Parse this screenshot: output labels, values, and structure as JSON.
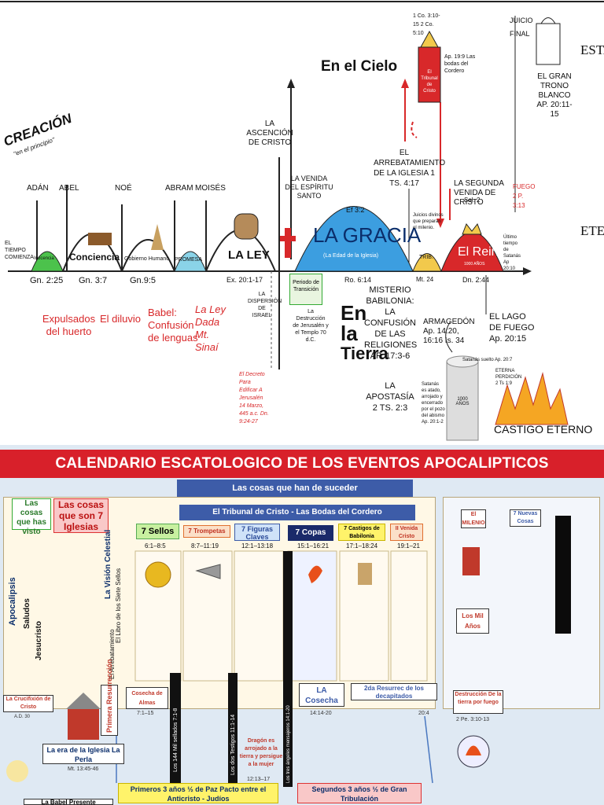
{
  "timeline": {
    "creacion": "CREACIÓN",
    "creacion_sub": "\"en el principio\"",
    "tiempo_comienza": "EL TIEMPO COMIENZA",
    "en_el_cielo": "En el Cielo",
    "en_la_tierra": [
      "En",
      "la",
      "Tierra"
    ],
    "ages": [
      {
        "name": "ADÁN",
        "seal": "Inocencia",
        "ref": "Gn. 2:25",
        "event": "Expulsados del huerto"
      },
      {
        "name": "ABEL",
        "seal": "Conciencia",
        "ref": "Gn. 3:7",
        "event": "El diluvio"
      },
      {
        "name": "NOÉ",
        "seal": "Gobierno Humano",
        "ref": "Gn.9:5",
        "event": "Babel: Confusión de lenguas"
      },
      {
        "name": "ABRAM",
        "seal": "PROMESA",
        "ref": "",
        "event": "La Ley Dada Mt. Sinaí"
      },
      {
        "name": "MOISÉS",
        "seal": "LA LEY",
        "ref": "Ex. 20:1-17",
        "event": ""
      }
    ],
    "dispersion": "LA DISPERSIÓN DE ISRAEL",
    "ascension": "LA ASCENCIÓN DE CRISTO",
    "venida_espiritu": "LA VENIDA DEL ESPÍRITU SANTO",
    "decreto": "El Decreto Para Edificar A Jerusalén 14 Marzo, 445 a.c. Dn. 9:24-27",
    "periodo_transicion": "Periodo de Transición",
    "destruccion": "La Destrucción de Jerusalén y el Templo 70 d.C.",
    "gracia_ref_top": "Ef 3:2",
    "gracia": "LA GRACIA",
    "gracia_sub": "(La Edad de la Iglesia)",
    "gracia_ref": "Ro. 6:14",
    "misterio": "MISTERIO BABILONIA: LA CONFUSIÓN DE LAS RELIGIONES AP. 17:3-6",
    "apostasia": "LA APOSTASÍA 2 TS. 2:3",
    "rapto": "EL ARREBATAMIENTO DE LA IGLESIA 1 TS. 4:17",
    "corintios": "1 Co. 3:10-15 2 Co. 5:10",
    "tribunal": "El Tribunal de Cristo",
    "bodas": "Ap. 19:9 Las bodas del Cordero",
    "segunda_venida": "LA SEGUNDA VENIDA DE CRISTO",
    "segunda_ref": "Sal. 2",
    "juicios": "Juicios divinos que preparan el milenio.",
    "trib": "TRIB.",
    "mt24": "Mt. 24",
    "reino": "El Reino",
    "mil_anos": "1000 AÑOS",
    "dn244": "Dn. 2:44",
    "armagedon": "ARMAGEDÓN Ap. 14:20, 16:16 Is. 34",
    "satanas_suelto": "Satanás suelto Ap. 20:7",
    "satanas_atado": "Satanás es atado, arrojado y encerrado por el pozo del abismo Ap. 20:1-2",
    "mil": "1000 AÑOS",
    "ultimo": "Último tiempo de Satanás Ap 20:10",
    "juicio_final": "JUICIO FINAL",
    "fuego": "FUEGO 2 P. 3:13",
    "gran_trono": "EL GRAN TRONO BLANCO AP. 20:11-15",
    "lago": "EL LAGO DE FUEGO Ap. 20:15",
    "eterna": "ETERNA PERDICIÓN 2 Ts 1:9",
    "castigo": "CASTIGO ETERNO",
    "estado_eterno_1": "ESTADO",
    "estado_eterno_2": "ETERNO"
  },
  "calendar": {
    "title": "CALENDARIO ESCATOLOGICO DE LOS EVENTOS APOCALIPTICOS",
    "cosas_suceder": "Las cosas que han de suceder",
    "las_cosas_visto": "Las cosas que has visto",
    "las_cosas_son": "Las cosas que son 7 Iglesias",
    "tribunal_bodas": "El Tribunal de Cristo - Las Bodas del Cordero",
    "apocalipsis": "Apocalipsis",
    "saludos": "Saludos",
    "jesucristo": "Jesucristo",
    "vision_celestial": "La Visión Celestial",
    "libro_sellos": "El Libro de los Siete Sellos",
    "arrebatamiento": "El Arrebatamiento",
    "columns": [
      {
        "title": "7 Sellos",
        "ref": "6:1–8:5"
      },
      {
        "title": "7 Trompetas",
        "ref": "8:7–11:19"
      },
      {
        "title": "7 Figuras Claves",
        "ref": "12:1–13:18"
      },
      {
        "title": "7 Copas",
        "ref": "15:1–16:21"
      },
      {
        "title": "7 Castigos de Babilonia",
        "ref": "17:1–18:24"
      },
      {
        "title": "II Venida Cristo",
        "ref": "19:1–21"
      }
    ],
    "milenio": "El MILENIO",
    "nuevas_cosas": "7 Nuevas Cosas",
    "los_mil": "Los Mil Años",
    "crucifixion": "La Crucifixión de Cristo",
    "ad30": "A.D. 30",
    "primera_resurreccion": "Primera Resurrección",
    "cosecha_almas": "Cosecha de Almas",
    "cosecha_ref": "7:1–15",
    "mil_sellados": "Los 144 Mil sellados 7:1-8",
    "dos_testigos": "Los dos Testigos 11:1-14",
    "dragon": "Dragón es arrojado a la tierra y persigue a la mujer",
    "dragon_ref": "12:13–17",
    "tres_angeles": "Los tres ángeles mensajeros 14:1-20",
    "la_cosecha": "LA Cosecha",
    "la_cosecha_ref": "14:14-20",
    "segunda_resurreccion": "2da Resurrec de los decapitados",
    "segunda_ref": "20:4",
    "destruccion_tierra": "Destrucción De la tierra por fuego",
    "destruccion_ref": "2 Pe. 3:10-13",
    "era_iglesia": "La era de la Iglesia La Perla",
    "era_ref": "Mt. 13:45-46",
    "primeros": "Primeros 3 años ½ de Paz Pacto entre el Anticristo - Judíos",
    "segundos": "Segundos 3 años ½ de Gran Tribulación",
    "babel": "La Babel Presente"
  }
}
